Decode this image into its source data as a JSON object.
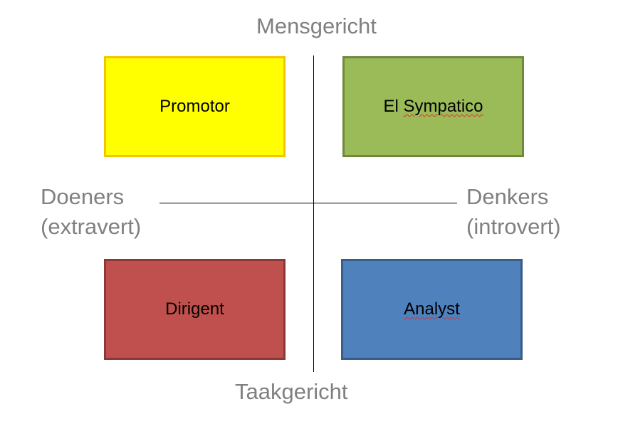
{
  "axes": {
    "top": "Mensgericht",
    "bottom": "Taakgericht",
    "left": {
      "line1": "Doeners",
      "line2": "(extravert)"
    },
    "right": {
      "line1": "Denkers",
      "line2": "(introvert)"
    }
  },
  "quadrants": {
    "top_left": {
      "label": "Promotor",
      "fill": "#ffff00",
      "border": "#f5c400"
    },
    "top_right": {
      "label_plain": "El ",
      "label_marked": "Sympatico",
      "fill": "#9bbb59",
      "border": "#6f8a3c"
    },
    "bottom_left": {
      "label": "Dirigent",
      "fill": "#c0504d",
      "border": "#8c3836"
    },
    "bottom_right": {
      "label": "Analyst",
      "fill": "#4f81bd",
      "border": "#385d8a"
    }
  },
  "colors": {
    "axis_label": "#808080",
    "axis_line": "#000000",
    "spellcheck_underline": "#e03030"
  }
}
